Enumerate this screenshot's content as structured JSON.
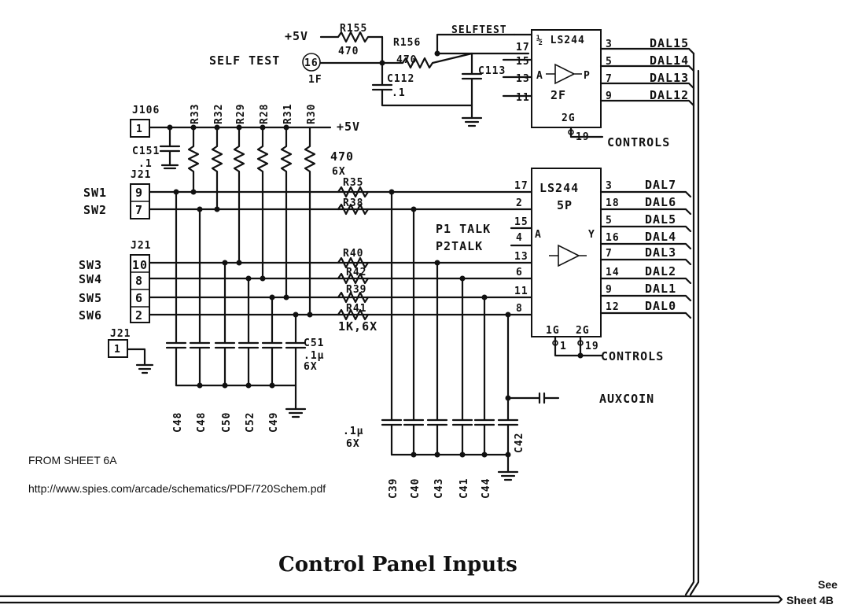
{
  "title": "Control Panel Inputs",
  "notes": {
    "from_sheet": "FROM SHEET 6A",
    "url": "http://www.spies.com/arcade/schematics/PDF/720Schem.pdf",
    "see": "See",
    "see_sheet": "Sheet 4B"
  },
  "top": {
    "plus5v_a": "+5V",
    "r155": "R155",
    "r155_val": "470",
    "r156": "R156",
    "r156_val": "470",
    "selftest_net": "SELFTEST",
    "self_test_label": "SELF TEST",
    "pin16": "16",
    "pin16_sub": "1F",
    "c112": "C112",
    "c112_val": ".1",
    "c113": "C113",
    "ic_top": "½ LS244",
    "ic_top_loc": "2F",
    "ic_top_g": "2G",
    "ic_top_a": "A",
    "ic_top_y": "P",
    "ic_top_in_pins": [
      "17",
      "15",
      "13",
      "11"
    ],
    "ic_top_out_pins": [
      "3",
      "5",
      "7",
      "9"
    ],
    "ic_top_gpin": "19",
    "outputs_top": [
      "DAL15",
      "DAL14",
      "DAL13",
      "DAL12"
    ],
    "controls_top": "CONTROLS"
  },
  "left": {
    "j106": "J106",
    "j106_pin": "1",
    "c151": "C151",
    "c151_val": ".1",
    "plus5v_b": "+5V",
    "rnet_val": "470",
    "rnet_qty": "6X",
    "resistors_v": [
      "R33",
      "R32",
      "R29",
      "R28",
      "R31",
      "R30"
    ],
    "j21_a": "J21",
    "j21_b": "J21",
    "j21_c": "J21",
    "sw_top": [
      {
        "name": "SW1",
        "pin": "9"
      },
      {
        "name": "SW2",
        "pin": "7"
      }
    ],
    "sw_bot": [
      {
        "name": "SW3",
        "pin": "10"
      },
      {
        "name": "SW4",
        "pin": "8"
      },
      {
        "name": "SW5",
        "pin": "6"
      },
      {
        "name": "SW6",
        "pin": "2"
      }
    ],
    "j21_gnd_pin": "1",
    "caps_bottom": [
      "C48",
      "C48",
      "C50",
      "C52",
      "C49"
    ],
    "c51": "C51",
    "c51_val": ".1µ",
    "c51_qty": "6X"
  },
  "mid": {
    "series_r": [
      "R35",
      "R38",
      "R40",
      "R42",
      "R39",
      "R41"
    ],
    "series_r_val": "1K,6X",
    "p1talk": "P1 TALK",
    "p2talk": "P2TALK",
    "caps2": [
      "C39",
      "C40",
      "C43",
      "C41",
      "C44"
    ],
    "c42": "C42",
    "caps2_val": ".1µ",
    "caps2_qty": "6X",
    "auxcoin": "AUXCOIN"
  },
  "ic_bot": {
    "name": "LS244",
    "loc": "5P",
    "a": "A",
    "y": "Y",
    "g1": "1G",
    "g2": "2G",
    "in_pins": [
      "17",
      "2",
      "15",
      "4",
      "13",
      "6",
      "11",
      "8"
    ],
    "out_pins": [
      "3",
      "18",
      "5",
      "16",
      "7",
      "14",
      "9",
      "12"
    ],
    "g1_pin": "1",
    "g2_pin": "19",
    "outputs": [
      "DAL7",
      "DAL6",
      "DAL5",
      "DAL4",
      "DAL3",
      "DAL2",
      "DAL1",
      "DAL0"
    ],
    "controls": "CONTROLS"
  }
}
